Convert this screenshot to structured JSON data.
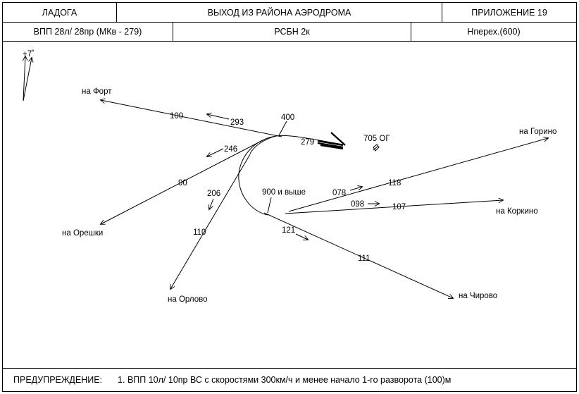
{
  "header": {
    "airport": "ЛАДОГА",
    "title": "ВЫХОД ИЗ РАЙОНА АЭРОДРОМА",
    "appendix": "ПРИЛОЖЕНИЕ 19",
    "runway": "ВПП 28л/ 28пр  (МКв - 279)",
    "navaid": "РСБН  2к",
    "transition": "Нперех.(600)"
  },
  "diagram": {
    "declination": "+7˚",
    "labels": {
      "fort": "на  Форт",
      "oreshki": "на Орешки",
      "orlovo": "на Орлово",
      "gorino": "на  Горино",
      "korkino": "на  Коркино",
      "chirovo": "на Чирово",
      "og": "705  ОГ",
      "alt_400": "400",
      "alt_900": "900 и выше"
    },
    "courses": {
      "c100": "100",
      "c293": "293",
      "c279": "279",
      "c246": "246",
      "c90": "90",
      "c206": "206",
      "c110": "110",
      "c078": "078",
      "c118": "118",
      "c098": "098",
      "c107": "107",
      "c121": "121",
      "c111": "111"
    }
  },
  "footer": {
    "warning_label": "ПРЕДУПРЕЖДЕНИЕ:",
    "warning_text": "1. ВПП 10л/ 10пр  ВС  с скоростями  300км/ч и  менее  начало  1-го  разворота  (100)м"
  }
}
